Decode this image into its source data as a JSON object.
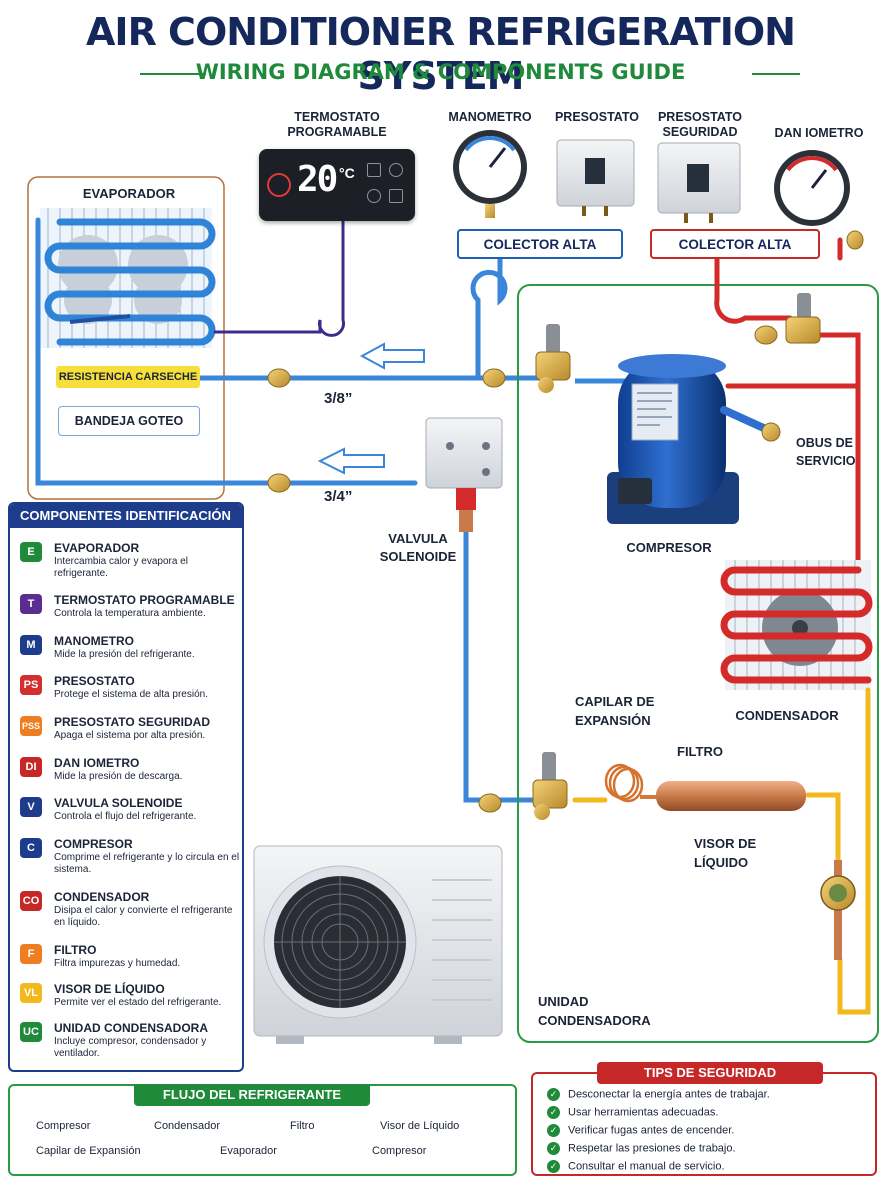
{
  "header": {
    "title": "AIR CONDITIONER REFRIGERATION SYSTEM",
    "subtitle": "WIRING DIAGRAM & COMPONENTS GUIDE"
  },
  "components": {
    "termostato": "TERMOSTATO\nPROGRAMABLE",
    "thermostat_display": "20",
    "thermostat_unit": "°C",
    "manometro": "MANOMETRO",
    "presostato": "PRESOSTATO",
    "presostato_seguridad": "PRESOSTATO\nSEGURIDAD",
    "dan_iometro": "DAN IOMETRO",
    "colector_alta_1": "COLECTOR ALTA",
    "colector_alta_2": "COLECTOR ALTA",
    "evaporador": "EVAPORADOR",
    "resistencia": "RESISTENCIA CARSECHE",
    "bandeja": "BANDEJA GOTEO",
    "pipe_38": "3/8”",
    "pipe_34": "3/4”",
    "valvula": "VALVULA\nSOLENOIDE",
    "obus": "OBUS DE\nSERVICIO",
    "compresor": "COMPRESOR",
    "capilar": "CAPILAR DE\nEXPANSIÓN",
    "condensador": "CONDENSADOR",
    "filtro": "FILTRO",
    "visor": "VISOR DE\nLÍQUIDO",
    "unidad": "UNIDAD\nCONDENSADORA"
  },
  "legend": {
    "title": "COMPONENTES IDENTIFICACIÓN",
    "items": [
      {
        "badge": "E",
        "color": "#1f8a3a",
        "name": "EVAPORADOR",
        "desc": "Intercambia calor y evapora el refrigerante."
      },
      {
        "badge": "T",
        "color": "#5a2d91",
        "name": "TERMOSTATO PROGRAMABLE",
        "desc": "Controla la temperatura ambiente."
      },
      {
        "badge": "M",
        "color": "#1e3c8c",
        "name": "MANOMETRO",
        "desc": "Mide la presión del refrigerante."
      },
      {
        "badge": "PS",
        "color": "#d32f2f",
        "name": "PRESOSTATO",
        "desc": "Protege el sistema de alta presión."
      },
      {
        "badge": "PSS",
        "color": "#ef7d22",
        "name": "PRESOSTATO SEGURIDAD",
        "desc": "Apaga el sistema por alta presión."
      },
      {
        "badge": "DI",
        "color": "#c62828",
        "name": "DAN IOMETRO",
        "desc": "Mide la presión de descarga."
      },
      {
        "badge": "V",
        "color": "#1e3c8c",
        "name": "VALVULA SOLENOIDE",
        "desc": "Controla el flujo del refrigerante."
      },
      {
        "badge": "C",
        "color": "#1e3c8c",
        "name": "COMPRESOR",
        "desc": "Comprime el refrigerante y lo circula en el sistema."
      },
      {
        "badge": "CO",
        "color": "#c62828",
        "name": "CONDENSADOR",
        "desc": "Disipa el calor y convierte el refrigerante en líquido."
      },
      {
        "badge": "F",
        "color": "#ef7d22",
        "name": "FILTRO",
        "desc": "Filtra impurezas y humedad."
      },
      {
        "badge": "VL",
        "color": "#f2b81d",
        "name": "VISOR DE LÍQUIDO",
        "desc": "Permite ver el estado del refrigerante."
      },
      {
        "badge": "UC",
        "color": "#1f8a3a",
        "name": "UNIDAD CONDENSADORA",
        "desc": "Incluye compresor, condensador y ventilador."
      }
    ]
  },
  "flow": {
    "title": "FLUJO DEL REFRIGERANTE",
    "row1": [
      "Compresor",
      "Condensador",
      "Filtro",
      "Visor de Líquido"
    ],
    "row2": [
      "Capilar de Expansión",
      "Evaporador",
      "Compresor"
    ]
  },
  "tips": {
    "title": "TIPS DE SEGURIDAD",
    "items": [
      "Desconectar la energía antes de trabajar.",
      "Usar herramientas adecuadas.",
      "Verificar fugas antes de encender.",
      "Respetar las presiones de trabajo.",
      "Consultar el manual de servicio."
    ]
  },
  "colors": {
    "navy": "#14285c",
    "green": "#1f8a3a",
    "red": "#c62828",
    "blue_pipe": "#3a7bd5",
    "orange": "#e8a02a"
  }
}
